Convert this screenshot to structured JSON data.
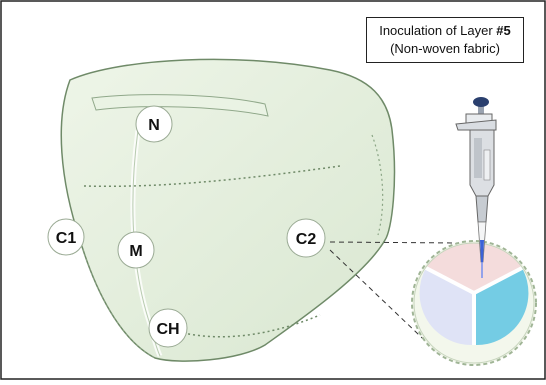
{
  "title": {
    "line1_prefix": "Inoculation of Layer ",
    "line1_bold": "#5",
    "line2": "(Non-woven fabric)"
  },
  "labels": {
    "n": "N",
    "c1": "C1",
    "m": "M",
    "c2": "C2",
    "ch": "CH"
  },
  "colors": {
    "mask_fill": "#e4eedd",
    "mask_stroke": "#6f8a68",
    "magnifier_bg": "#f3f7ec",
    "magnifier_border": "#a0b596",
    "sector_pink": "#f4dcdc",
    "sector_lavender": "#dfe3f6",
    "sector_cyan": "#74cce4",
    "pipette_plunger": "#2a3f6e",
    "pipette_tip_liquid": "#3b62d8"
  },
  "icons": [
    "mask-illustration",
    "pipette-icon",
    "magnified-fabric-sample"
  ]
}
